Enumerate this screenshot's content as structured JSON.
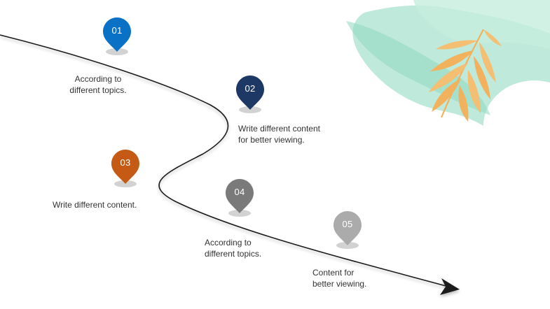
{
  "milestones": [
    {
      "number": "01",
      "color": "#0a72c6",
      "lines": [
        "According to",
        "different topics."
      ]
    },
    {
      "number": "02",
      "color": "#1e3866",
      "lines": [
        "Write different content",
        "for better viewing."
      ]
    },
    {
      "number": "03",
      "color": "#c45a14",
      "lines": [
        "Write different content."
      ]
    },
    {
      "number": "04",
      "color": "#7a7a7a",
      "lines": [
        "According to",
        "different topics."
      ]
    },
    {
      "number": "05",
      "color": "#ababab",
      "lines": [
        "Content for",
        "better viewing."
      ]
    }
  ],
  "colors": {
    "path": "#1a1a1a",
    "pin_shadow": "#d2d2d2",
    "brush": "#a8e2cf",
    "leaf": "#f2b15c"
  },
  "icons": {
    "pin": "map-pin-icon",
    "decoration": "palm-leaf-icon",
    "arrow": "arrowhead-icon"
  }
}
